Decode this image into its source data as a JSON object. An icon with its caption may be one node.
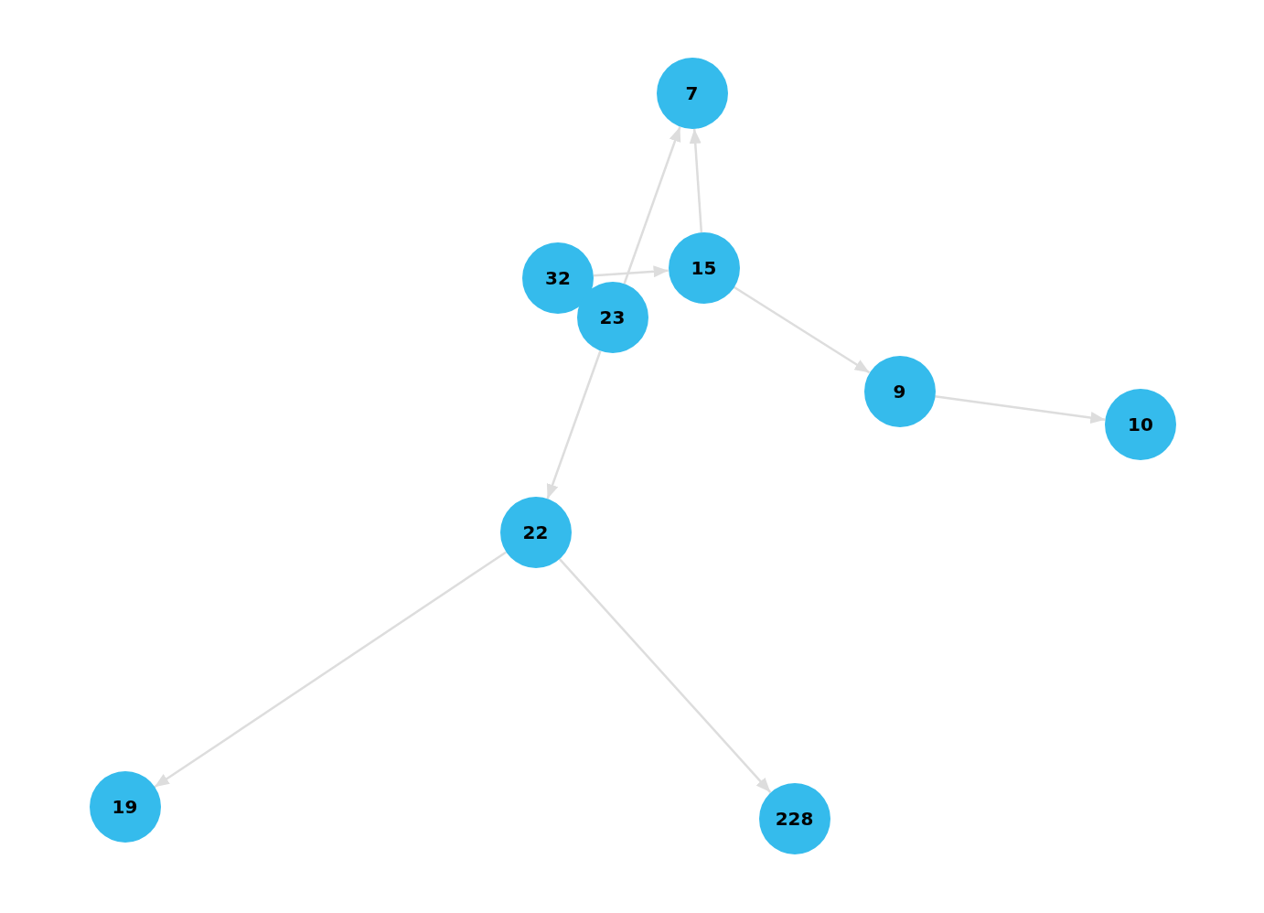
{
  "diagram": {
    "nodes": [
      {
        "text": [
          "7"
        ]
      },
      {
        "text": [
          "15"
        ]
      },
      {
        "text": [
          "32"
        ]
      },
      {
        "text": [
          "23"
        ]
      },
      {
        "text": [
          "9"
        ]
      },
      {
        "text": [
          "10"
        ]
      },
      {
        "text": [
          "22"
        ]
      },
      {
        "text": [
          "19"
        ]
      },
      {
        "text": [
          "228"
        ]
      }
    ],
    "edges": [
      {
        "from": 3,
        "to": 0,
        "arrow": "to"
      },
      {
        "from": 1,
        "to": 0,
        "arrow": "to"
      },
      {
        "from": 2,
        "to": 1,
        "arrow": "to"
      },
      {
        "from": 1,
        "to": 4,
        "arrow": "to"
      },
      {
        "from": 4,
        "to": 5,
        "arrow": "to"
      },
      {
        "from": 3,
        "to": 6,
        "arrow": "to"
      },
      {
        "from": 6,
        "to": 7,
        "arrow": "to"
      },
      {
        "from": 6,
        "to": 8,
        "arrow": "to"
      }
    ]
  }
}
